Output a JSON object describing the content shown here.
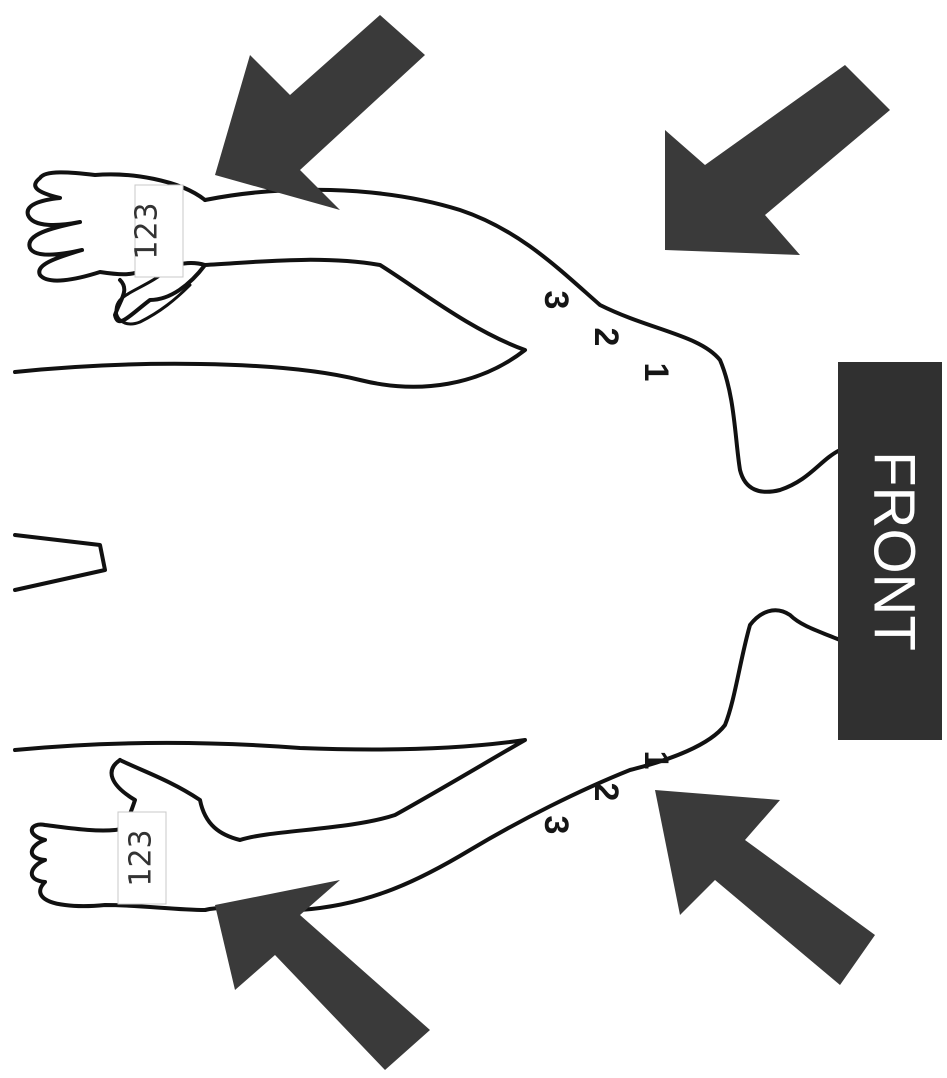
{
  "diagram": {
    "banner_label": "FRONT",
    "upper_arm_marks": [
      "1",
      "2",
      "3"
    ],
    "lower_arm_marks": [
      "1",
      "2",
      "3"
    ],
    "upper_wrist_label": "123",
    "lower_wrist_label": "123",
    "arrow_count": 4,
    "colors": {
      "arrow": "#3a3a3a",
      "banner": "#303030",
      "outline": "#111111"
    }
  }
}
